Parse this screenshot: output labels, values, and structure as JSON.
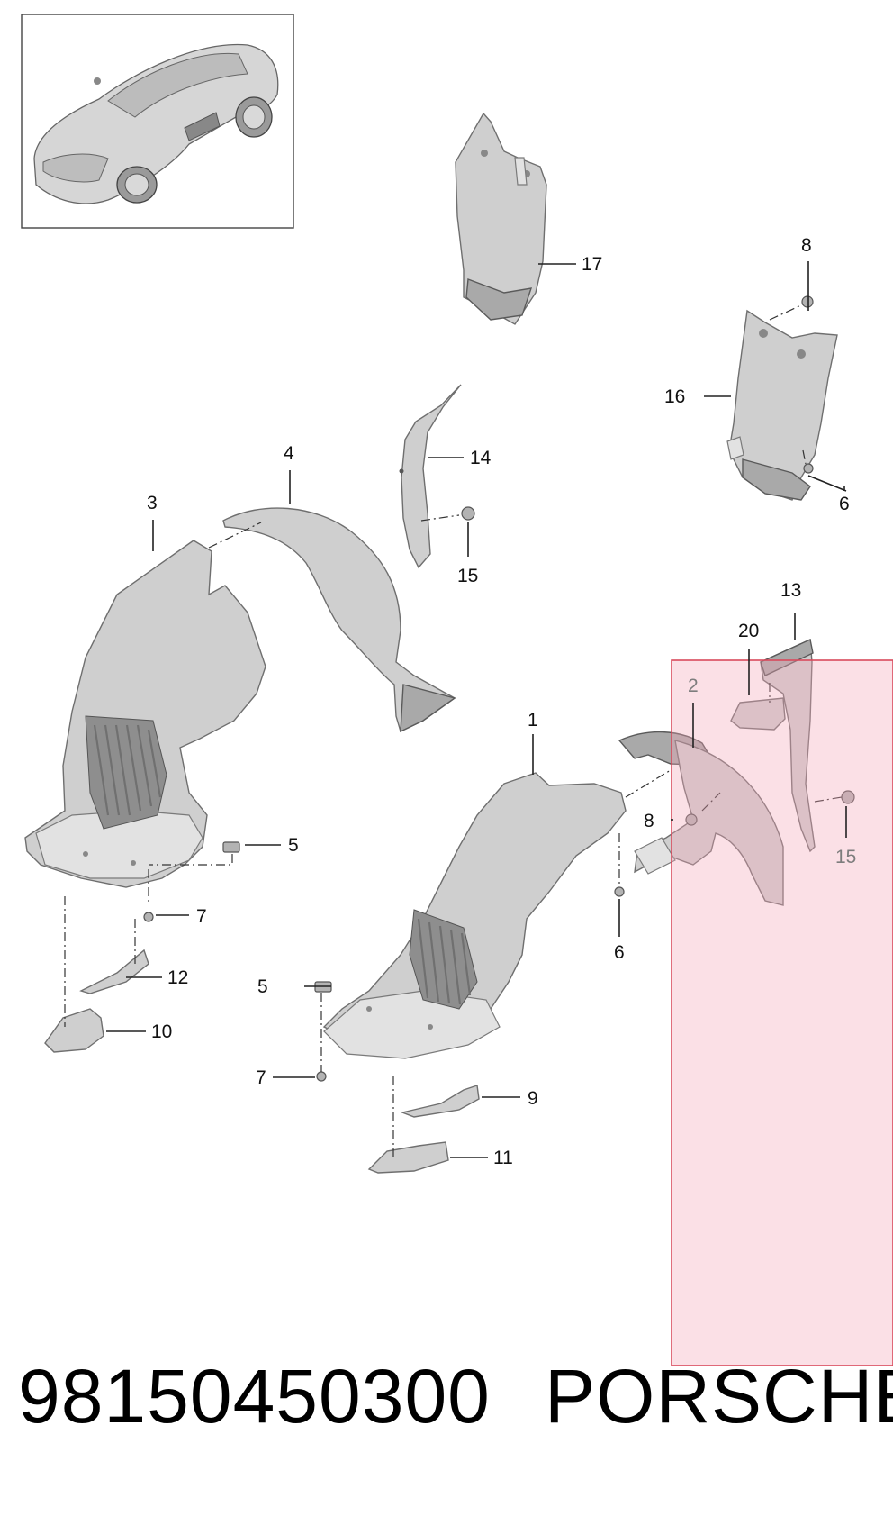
{
  "diagram": {
    "callouts": [
      {
        "id": "1",
        "text": "1"
      },
      {
        "id": "2",
        "text": "2"
      },
      {
        "id": "3",
        "text": "3"
      },
      {
        "id": "4",
        "text": "4"
      },
      {
        "id": "5a",
        "text": "5"
      },
      {
        "id": "5b",
        "text": "5"
      },
      {
        "id": "6a",
        "text": "6"
      },
      {
        "id": "6b",
        "text": "6"
      },
      {
        "id": "7a",
        "text": "7"
      },
      {
        "id": "7b",
        "text": "7"
      },
      {
        "id": "8a",
        "text": "8"
      },
      {
        "id": "8b",
        "text": "8"
      },
      {
        "id": "9",
        "text": "9"
      },
      {
        "id": "10",
        "text": "10"
      },
      {
        "id": "11",
        "text": "11"
      },
      {
        "id": "12",
        "text": "12"
      },
      {
        "id": "13",
        "text": "13"
      },
      {
        "id": "14",
        "text": "14"
      },
      {
        "id": "15a",
        "text": "15"
      },
      {
        "id": "15b",
        "text": "15"
      },
      {
        "id": "16",
        "text": "16"
      },
      {
        "id": "17",
        "text": "17"
      },
      {
        "id": "20",
        "text": "20"
      }
    ],
    "highlight_color": "#f4a6b8",
    "highlight_border_color": "#d94a5c",
    "thumbnail_icon": "car-thumbnail-icon"
  },
  "footer": {
    "part_number": "98150450300",
    "brand": "PORSCHE"
  }
}
